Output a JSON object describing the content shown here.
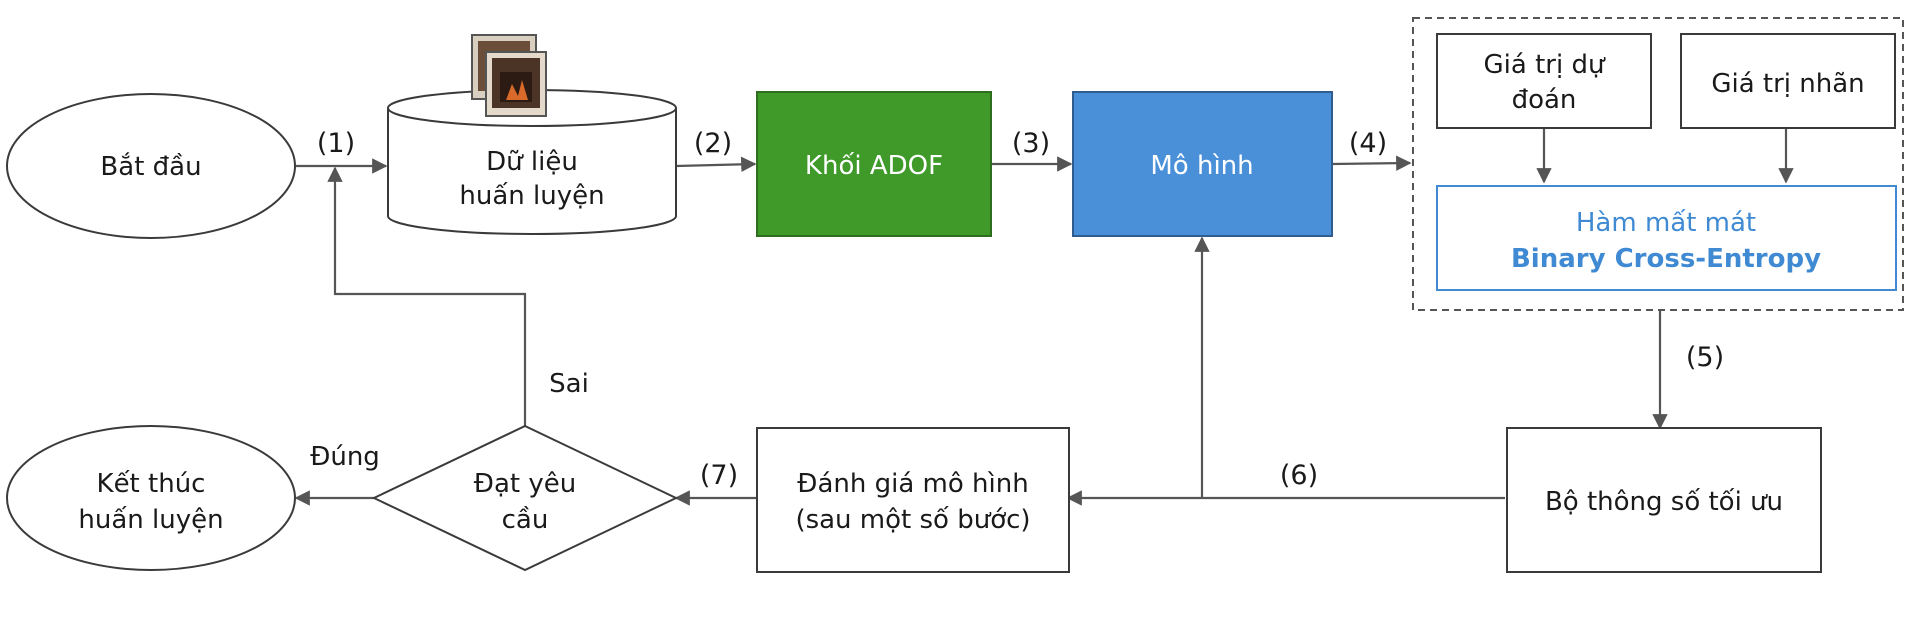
{
  "nodes": {
    "start": "Bắt đầu",
    "data_line1": "Dữ liệu",
    "data_line2": "huấn luyện",
    "adof": "Khối ADOF",
    "model": "Mô hình",
    "pred_line1": "Giá trị dự",
    "pred_line2": "đoán",
    "label_value": "Giá trị nhãn",
    "loss_line1": "Hàm mất mát",
    "loss_line2": "Binary Cross-Entropy",
    "optimizer": "Bộ thông số tối ưu",
    "eval_line1": "Đánh giá mô hình",
    "eval_line2": "(sau một số bước)",
    "decision_line1": "Đạt yêu",
    "decision_line2": "cầu",
    "end_line1": "Kết thúc",
    "end_line2": "huấn luyện"
  },
  "edges": {
    "s1": "(1)",
    "s2": "(2)",
    "s3": "(3)",
    "s4": "(4)",
    "s5": "(5)",
    "s6": "(6)",
    "s7": "(7)",
    "no": "Sai",
    "yes": "Đúng"
  },
  "colors": {
    "adof_fill": "#3f9a2a",
    "model_fill": "#4a90d9",
    "loss_text": "#3f8ad2",
    "edge": "#555555"
  },
  "icons": {
    "data_thumbnail": "stacked-photos-icon"
  }
}
